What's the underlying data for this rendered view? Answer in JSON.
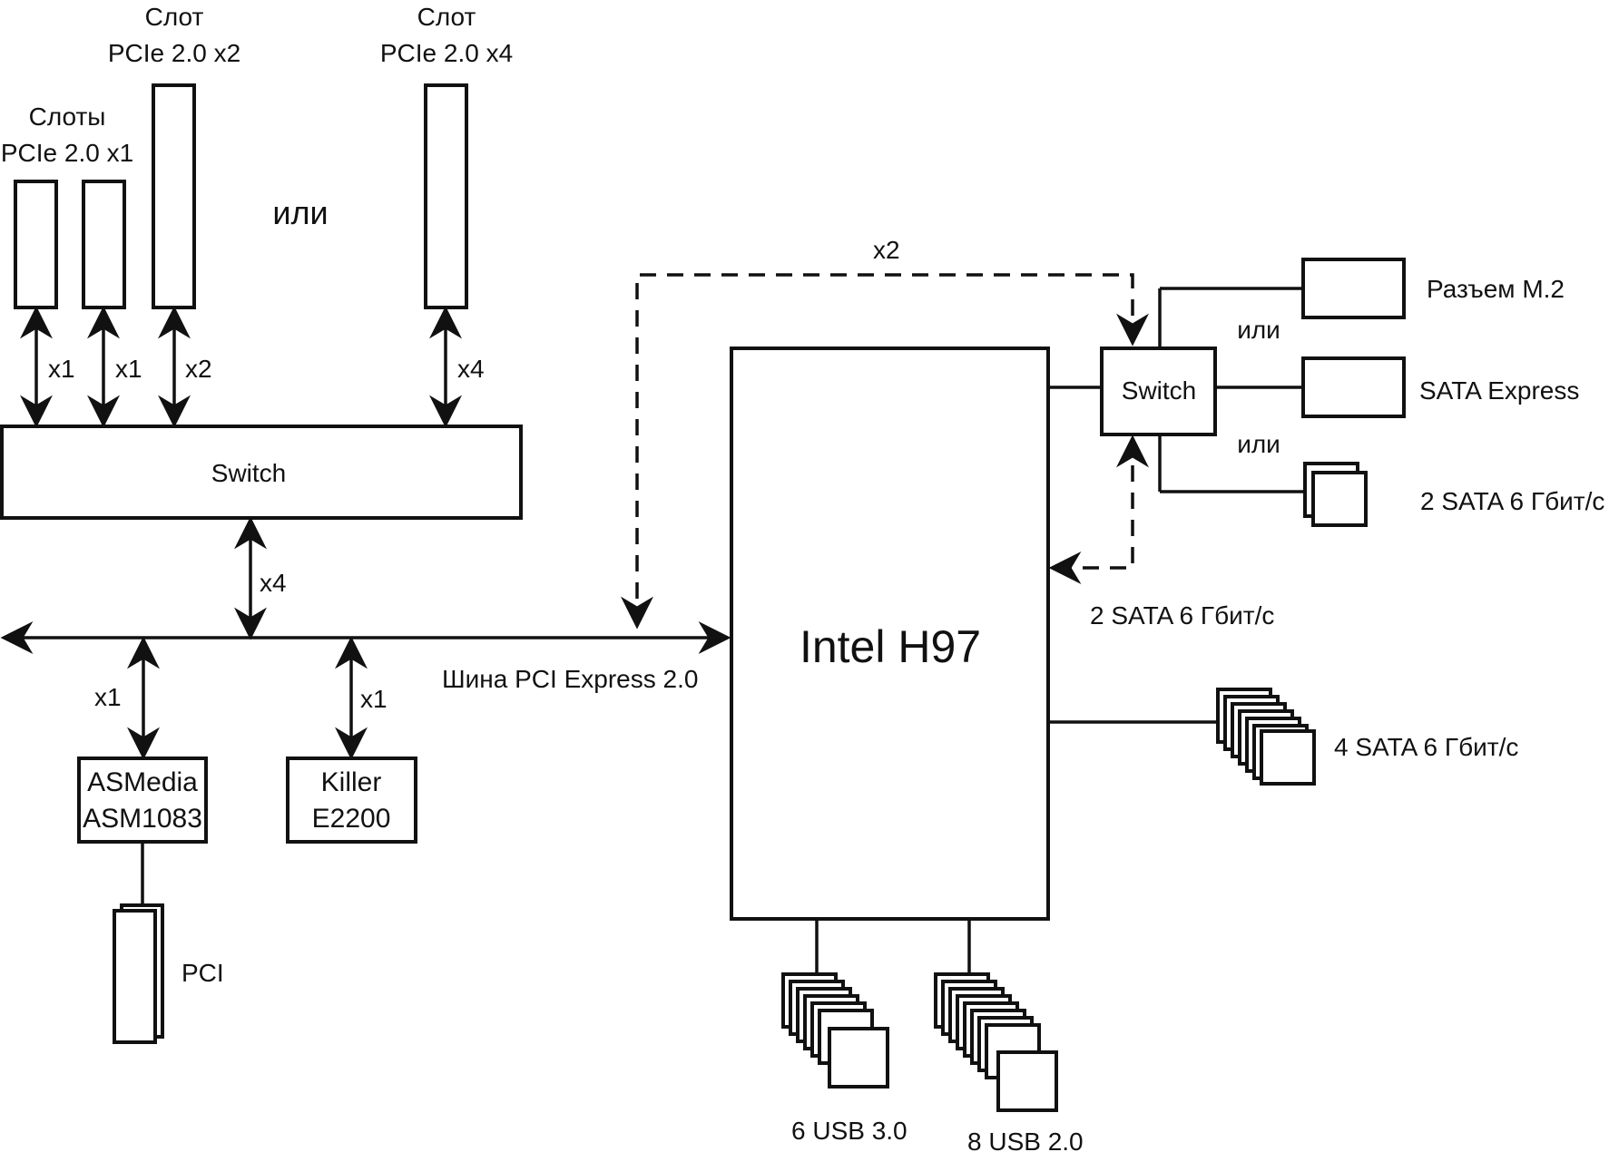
{
  "diagram": {
    "chipset": "Intel H97",
    "bus_label": "Шина PCI Express 2.0",
    "pcie_switch": "Switch",
    "storage_switch": "Switch",
    "or_big": "или",
    "or_top": "или",
    "or_bottom": "или",
    "slots_x1_line1": "Слоты",
    "slots_x1_line2": "PCIe 2.0 x1",
    "slot_x2_line1": "Слот",
    "slot_x2_line2": "PCIe 2.0 x2",
    "slot_x4_line1": "Слот",
    "slot_x4_line2": "PCIe 2.0 x4",
    "lane_slot1": "x1",
    "lane_slot2": "x1",
    "lane_slot3": "x2",
    "lane_slot4": "x4",
    "lane_switch_bus": "x4",
    "lane_asmedia": "x1",
    "lane_killer": "x1",
    "lane_dashed": "x2",
    "asmedia_line1": "ASMedia",
    "asmedia_line2": "ASM1083",
    "killer_line1": "Killer",
    "killer_line2": "E2200",
    "pci_label": "PCI",
    "m2_label": "Разъем M.2",
    "sata_express_label": "SATA Express",
    "sata2_switch_label": "2 SATA 6 Гбит/с",
    "sata2_chip_label": "2 SATA 6 Гбит/с",
    "sata4_label": "4 SATA 6 Гбит/с",
    "usb3_label": "6 USB 3.0",
    "usb2_label": "8 USB 2.0"
  }
}
